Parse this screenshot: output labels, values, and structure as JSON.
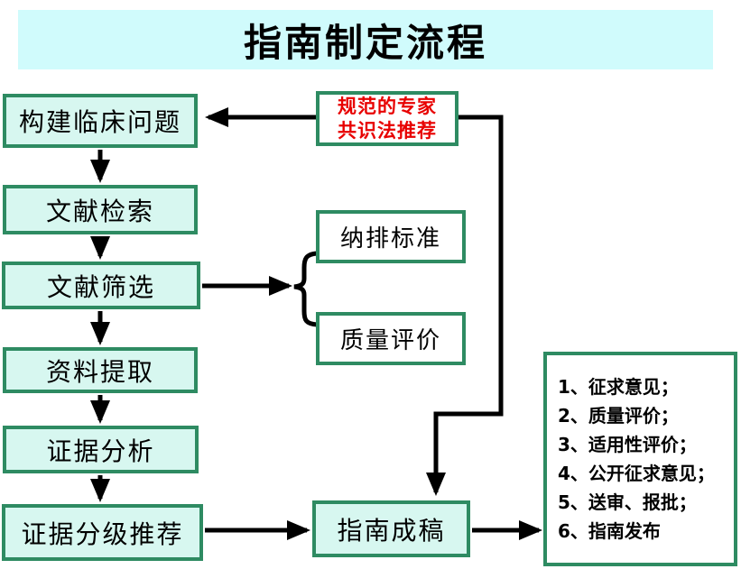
{
  "title": "指南制定流程",
  "colors": {
    "border_green": "#2e8b62",
    "box_fill_cyan": "#d7f7f0",
    "banner_fill": "#d0fbfc",
    "consensus_text_red": "#e80000",
    "arrow_black": "#000000"
  },
  "flow": {
    "clinical_question": "构建临床问题",
    "literature_search": "文献检索",
    "literature_screening": "文献筛选",
    "data_extraction": "资料提取",
    "evidence_analysis": "证据分析",
    "evidence_grading": "证据分级推荐",
    "guideline_draft": "指南成稿"
  },
  "consensus": {
    "line1": "规范的专家",
    "line2": "共识法推荐"
  },
  "criteria": {
    "inclusion": "纳排标准",
    "quality": "质量评价"
  },
  "final_steps": [
    "1、征求意见；",
    "2、质量评价；",
    "3、适用性评价；",
    "4、公开征求意见；",
    "5、送审、报批；",
    "6、指南发布"
  ]
}
